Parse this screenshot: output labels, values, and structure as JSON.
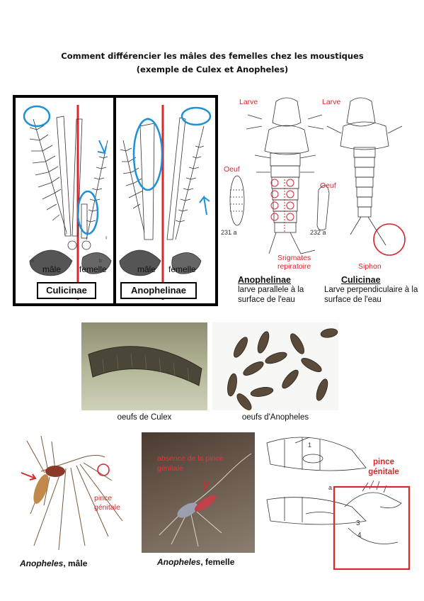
{
  "title": "Comment différencier les mâles des femelles chez les moustiques (exemple de Culex et Anopheles)",
  "panel_left": {
    "male": "mâle",
    "female": "femelle",
    "label": "Culicinae",
    "letter_a": "a",
    "letter_b": "b"
  },
  "panel_mid": {
    "male": "mâle",
    "female": "femelle",
    "label": "Anophelinae"
  },
  "larvae": {
    "larve_left": "Larve",
    "larve_right": "Larve",
    "oeuf_left": "Oeuf",
    "oeuf_right": "Oeuf",
    "srigmates": "Srigmates repiratoire",
    "siphon": "Siphon",
    "num_231a": "231 a",
    "num_232a": "232 a",
    "anoph_title": "Anophelinae",
    "anoph_desc": "larve parallele à la surface de l'eau",
    "culic_title": "Culicinae",
    "culic_desc": "Larve perpendiculaire à la surface de l'eau"
  },
  "eggs": {
    "culex_caption": "oeufs de Culex",
    "anoph_caption": "oeufs d'Anopheles"
  },
  "bottom": {
    "male_caption_italic": "Anopheles",
    "male_caption_rest": ", mâle",
    "pince_label": "pince génitale",
    "female_caption_italic": "Anopheles",
    "female_caption_rest": ", femelle",
    "absence_label": "absence de la pince génitale",
    "diagram_pince": "pince génitale",
    "num_1": "1",
    "num_3": "3",
    "num_4": "4",
    "letter_a": "a"
  },
  "colors": {
    "annotation_red": "#d9272e",
    "circle_blue": "#1e90d6"
  }
}
